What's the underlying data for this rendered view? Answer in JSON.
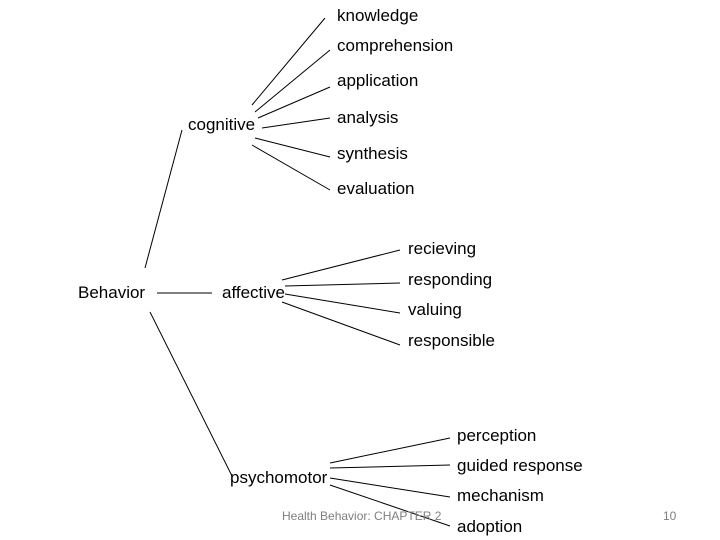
{
  "diagram": {
    "root": "Behavior",
    "domains": {
      "cognitive": {
        "label": "cognitive",
        "levels": [
          "knowledge",
          "comprehension",
          "application",
          "analysis",
          "synthesis",
          "evaluation"
        ]
      },
      "affective": {
        "label": "affective",
        "levels": [
          "recieving",
          "responding",
          "valuing",
          "responsible"
        ]
      },
      "psychomotor": {
        "label": "psychomotor",
        "levels": [
          "perception",
          "guided response",
          "mechanism",
          "adoption"
        ]
      }
    }
  },
  "footer": {
    "caption": "Health Behavior: CHAPTER 2",
    "page_number": "10"
  }
}
